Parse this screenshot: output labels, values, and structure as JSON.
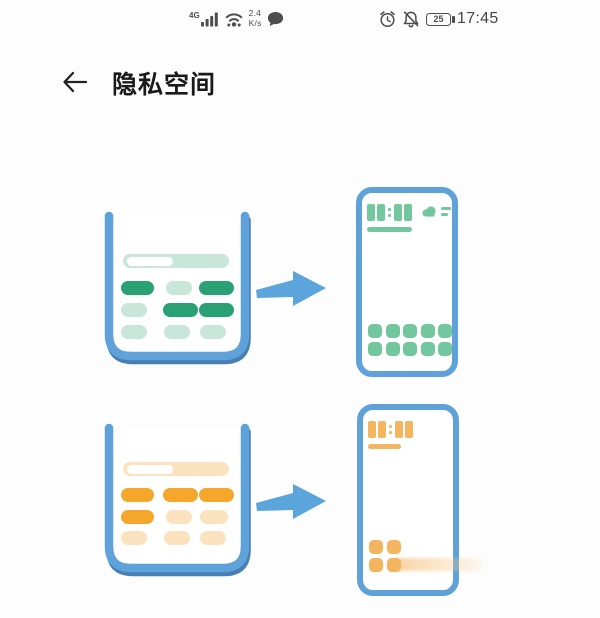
{
  "status_bar": {
    "network_label": "4G",
    "speed_value": "2.4",
    "speed_unit": "K/s",
    "battery_level": "25",
    "time": "17:45",
    "left_icons": [
      "signal-icon",
      "wifi-icon",
      "network-speed",
      "message-bubble-icon"
    ],
    "right_icons": [
      "alarm-clock-icon",
      "notifications-muted-icon",
      "battery-icon"
    ]
  },
  "header": {
    "title": "隐私空间",
    "back_icon": "arrow-left"
  },
  "illustration": {
    "top_row": {
      "theme": "green",
      "parts": [
        "app-container-cup",
        "transfer-arrow",
        "phone-home-screen"
      ],
      "phone_widgets": [
        "clock-widget",
        "weather-cloud-icon",
        "app-icon-grid-5x2"
      ]
    },
    "bottom_row": {
      "theme": "orange",
      "parts": [
        "app-container-cup",
        "transfer-arrow",
        "phone-home-screen"
      ],
      "phone_widgets": [
        "clock-widget",
        "app-icon-grid-2x2",
        "watermark-smudge"
      ]
    }
  },
  "colors": {
    "outline_blue": "#5fa2d9",
    "outline_blue_dark": "#477fb5",
    "arrow_blue": "#5ca4dc",
    "green_dark": "#29a175",
    "green_light": "#c9e6da",
    "green_mid": "#73c79f",
    "orange_dark": "#f5a72b",
    "orange_light": "#fae3be",
    "orange_mid": "#f3b55f",
    "status_icon": "#4d4d4d",
    "text_dark": "#1a1a1a",
    "page_bg": "#fdfdfd"
  }
}
